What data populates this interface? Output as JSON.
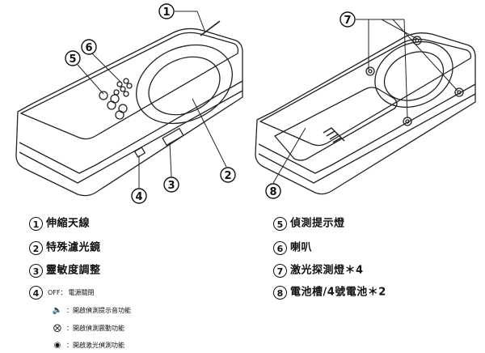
{
  "callouts": {
    "c1": "1",
    "c2": "2",
    "c3": "3",
    "c4": "4",
    "c5": "5",
    "c6": "6",
    "c7": "7",
    "c8": "8"
  },
  "legend_left": [
    {
      "num": "1",
      "text": "伸縮天線"
    },
    {
      "num": "2",
      "text": "特殊濾光鏡"
    },
    {
      "num": "3",
      "text": "靈敏度調整"
    },
    {
      "num": "4",
      "prefix": "OFF：",
      "text": "電源關閉"
    }
  ],
  "legend_sub": [
    {
      "icon": "speaker-icon",
      "text": "：開啟偵測提示音功能"
    },
    {
      "icon": "vibrate-icon",
      "text": "：開啟偵測震動功能"
    },
    {
      "icon": "eye-icon",
      "text": "：開啟激光偵測功能"
    }
  ],
  "legend_right": [
    {
      "num": "5",
      "text": "偵測提示燈"
    },
    {
      "num": "6",
      "text": "喇叭"
    },
    {
      "num": "7",
      "text": "激光探測燈＊4"
    },
    {
      "num": "8",
      "text": "電池槽/4號電池＊2"
    }
  ]
}
